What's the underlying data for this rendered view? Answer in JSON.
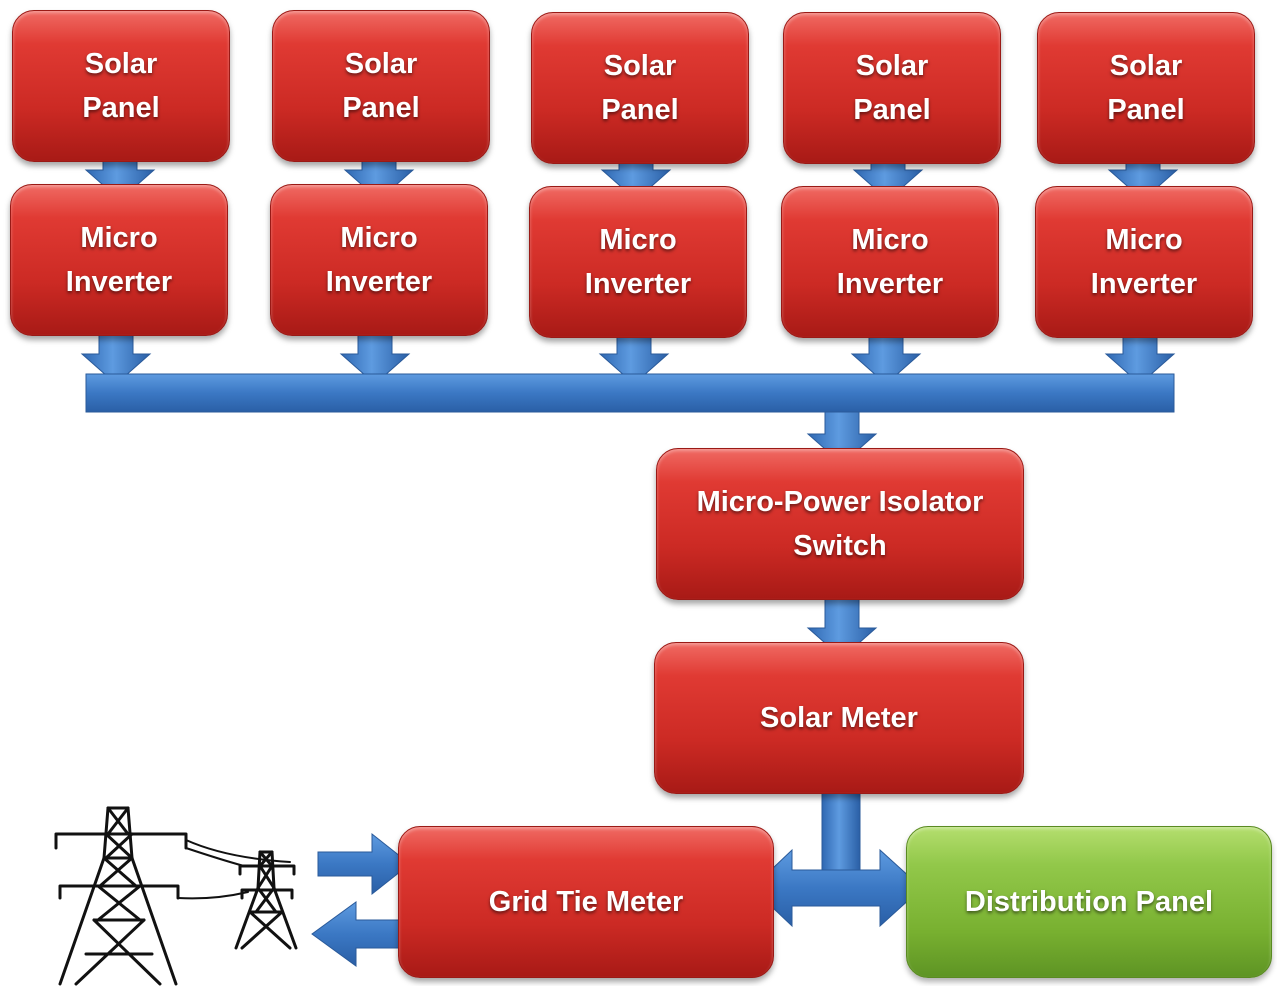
{
  "panels": [
    {
      "line1": "Solar",
      "line2": "Panel"
    },
    {
      "line1": "Solar",
      "line2": "Panel"
    },
    {
      "line1": "Solar",
      "line2": "Panel"
    },
    {
      "line1": "Solar",
      "line2": "Panel"
    },
    {
      "line1": "Solar",
      "line2": "Panel"
    }
  ],
  "inverters": [
    {
      "line1": "Micro",
      "line2": "Inverter"
    },
    {
      "line1": "Micro",
      "line2": "Inverter"
    },
    {
      "line1": "Micro",
      "line2": "Inverter"
    },
    {
      "line1": "Micro",
      "line2": "Inverter"
    },
    {
      "line1": "Micro",
      "line2": "Inverter"
    }
  ],
  "isolator": {
    "line1": "Micro-Power Isolator",
    "line2": "Switch"
  },
  "solar_meter": {
    "label": "Solar Meter"
  },
  "grid_tie_meter": {
    "label": "Grid Tie Meter"
  },
  "distribution_panel": {
    "label": "Distribution Panel"
  },
  "colors": {
    "box_red": "#cc2a24",
    "box_green": "#84bc38",
    "arrow_blue": "#3b78c4"
  },
  "icons": {
    "grid": "power-transmission-tower-icon"
  }
}
